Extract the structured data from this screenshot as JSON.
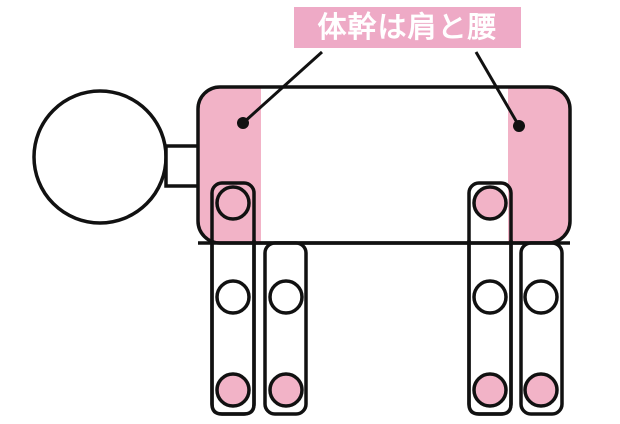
{
  "label": {
    "text": "体幹は肩と腰",
    "bg": "#eeaac6",
    "color": "#ffffff"
  },
  "figure": {
    "description": "Block-figure quadruped; trunk highlighted at shoulder and hip",
    "highlight_color": "#f2b3c7",
    "outline_color": "#111111",
    "parts": [
      "head",
      "neck",
      "trunk",
      "shoulder-zone",
      "hip-zone",
      "front-leg-1",
      "front-leg-2",
      "hind-leg-1",
      "hind-leg-2"
    ],
    "pointers": [
      "shoulder",
      "hip"
    ]
  }
}
